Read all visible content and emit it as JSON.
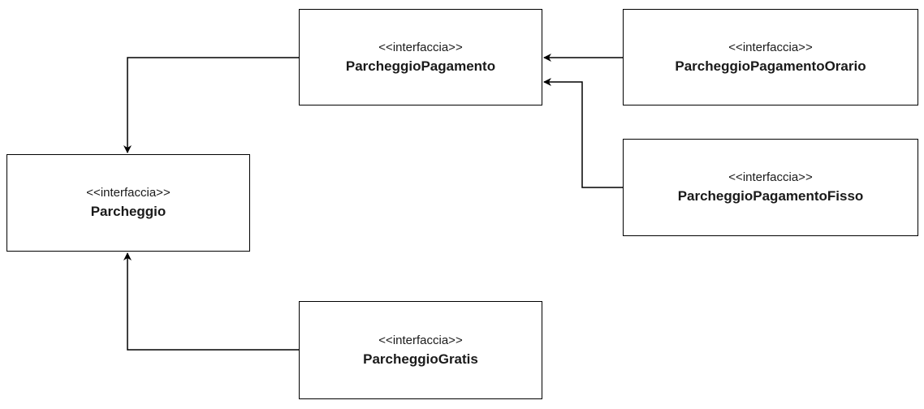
{
  "diagram": {
    "nodes": {
      "parcheggio": {
        "stereotype": "<<interfaccia>>",
        "name": "Parcheggio"
      },
      "parcheggio_pagamento": {
        "stereotype": "<<interfaccia>>",
        "name": "ParcheggioPagamento"
      },
      "parcheggio_pagamento_orario": {
        "stereotype": "<<interfaccia>>",
        "name": "ParcheggioPagamentoOrario"
      },
      "parcheggio_pagamento_fisso": {
        "stereotype": "<<interfaccia>>",
        "name": "ParcheggioPagamentoFisso"
      },
      "parcheggio_gratis": {
        "stereotype": "<<interfaccia>>",
        "name": "ParcheggioGratis"
      }
    },
    "edges": [
      {
        "from": "ParcheggioPagamento",
        "to": "Parcheggio"
      },
      {
        "from": "ParcheggioPagamentoOrario",
        "to": "ParcheggioPagamento"
      },
      {
        "from": "ParcheggioPagamentoFisso",
        "to": "ParcheggioPagamento"
      },
      {
        "from": "ParcheggioGratis",
        "to": "Parcheggio"
      }
    ],
    "colors": {
      "line": "#000000",
      "box_border": "#000000",
      "text": "#1a1a1a",
      "background": "#ffffff"
    }
  }
}
